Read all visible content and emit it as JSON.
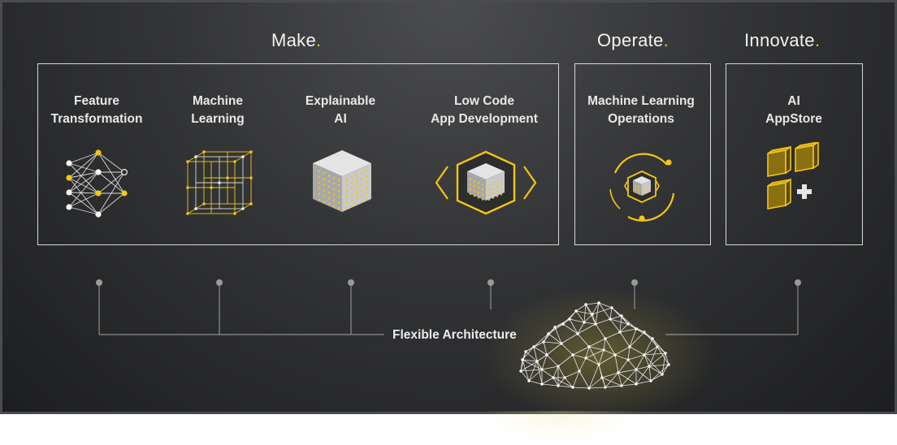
{
  "sections": {
    "make": {
      "label": "Make",
      "dot": "."
    },
    "operate": {
      "label": "Operate",
      "dot": "."
    },
    "innovate": {
      "label": "Innovate",
      "dot": "."
    }
  },
  "capabilities": {
    "feature_transformation": "Feature\nTransformation",
    "machine_learning": "Machine\nLearning",
    "explainable_ai": "Explainable\nAI",
    "low_code": "Low Code\nApp Development",
    "ml_operations": "Machine Learning\nOperations",
    "ai_appstore": "AI\nAppStore"
  },
  "architecture_label": "Flexible Architecture",
  "icons": {
    "feature_transformation": "neural-network-icon",
    "machine_learning": "wireframe-cube-icon",
    "explainable_ai": "translucent-cube-icon",
    "low_code": "cube-with-brackets-icon",
    "ml_operations": "cube-in-cycle-icon",
    "ai_appstore": "app-blocks-plus-icon",
    "architecture": "cloud-mesh-icon"
  },
  "colors": {
    "accent": "#f4c60f",
    "background": "#2a2b2d",
    "text": "#e8e8e8"
  }
}
